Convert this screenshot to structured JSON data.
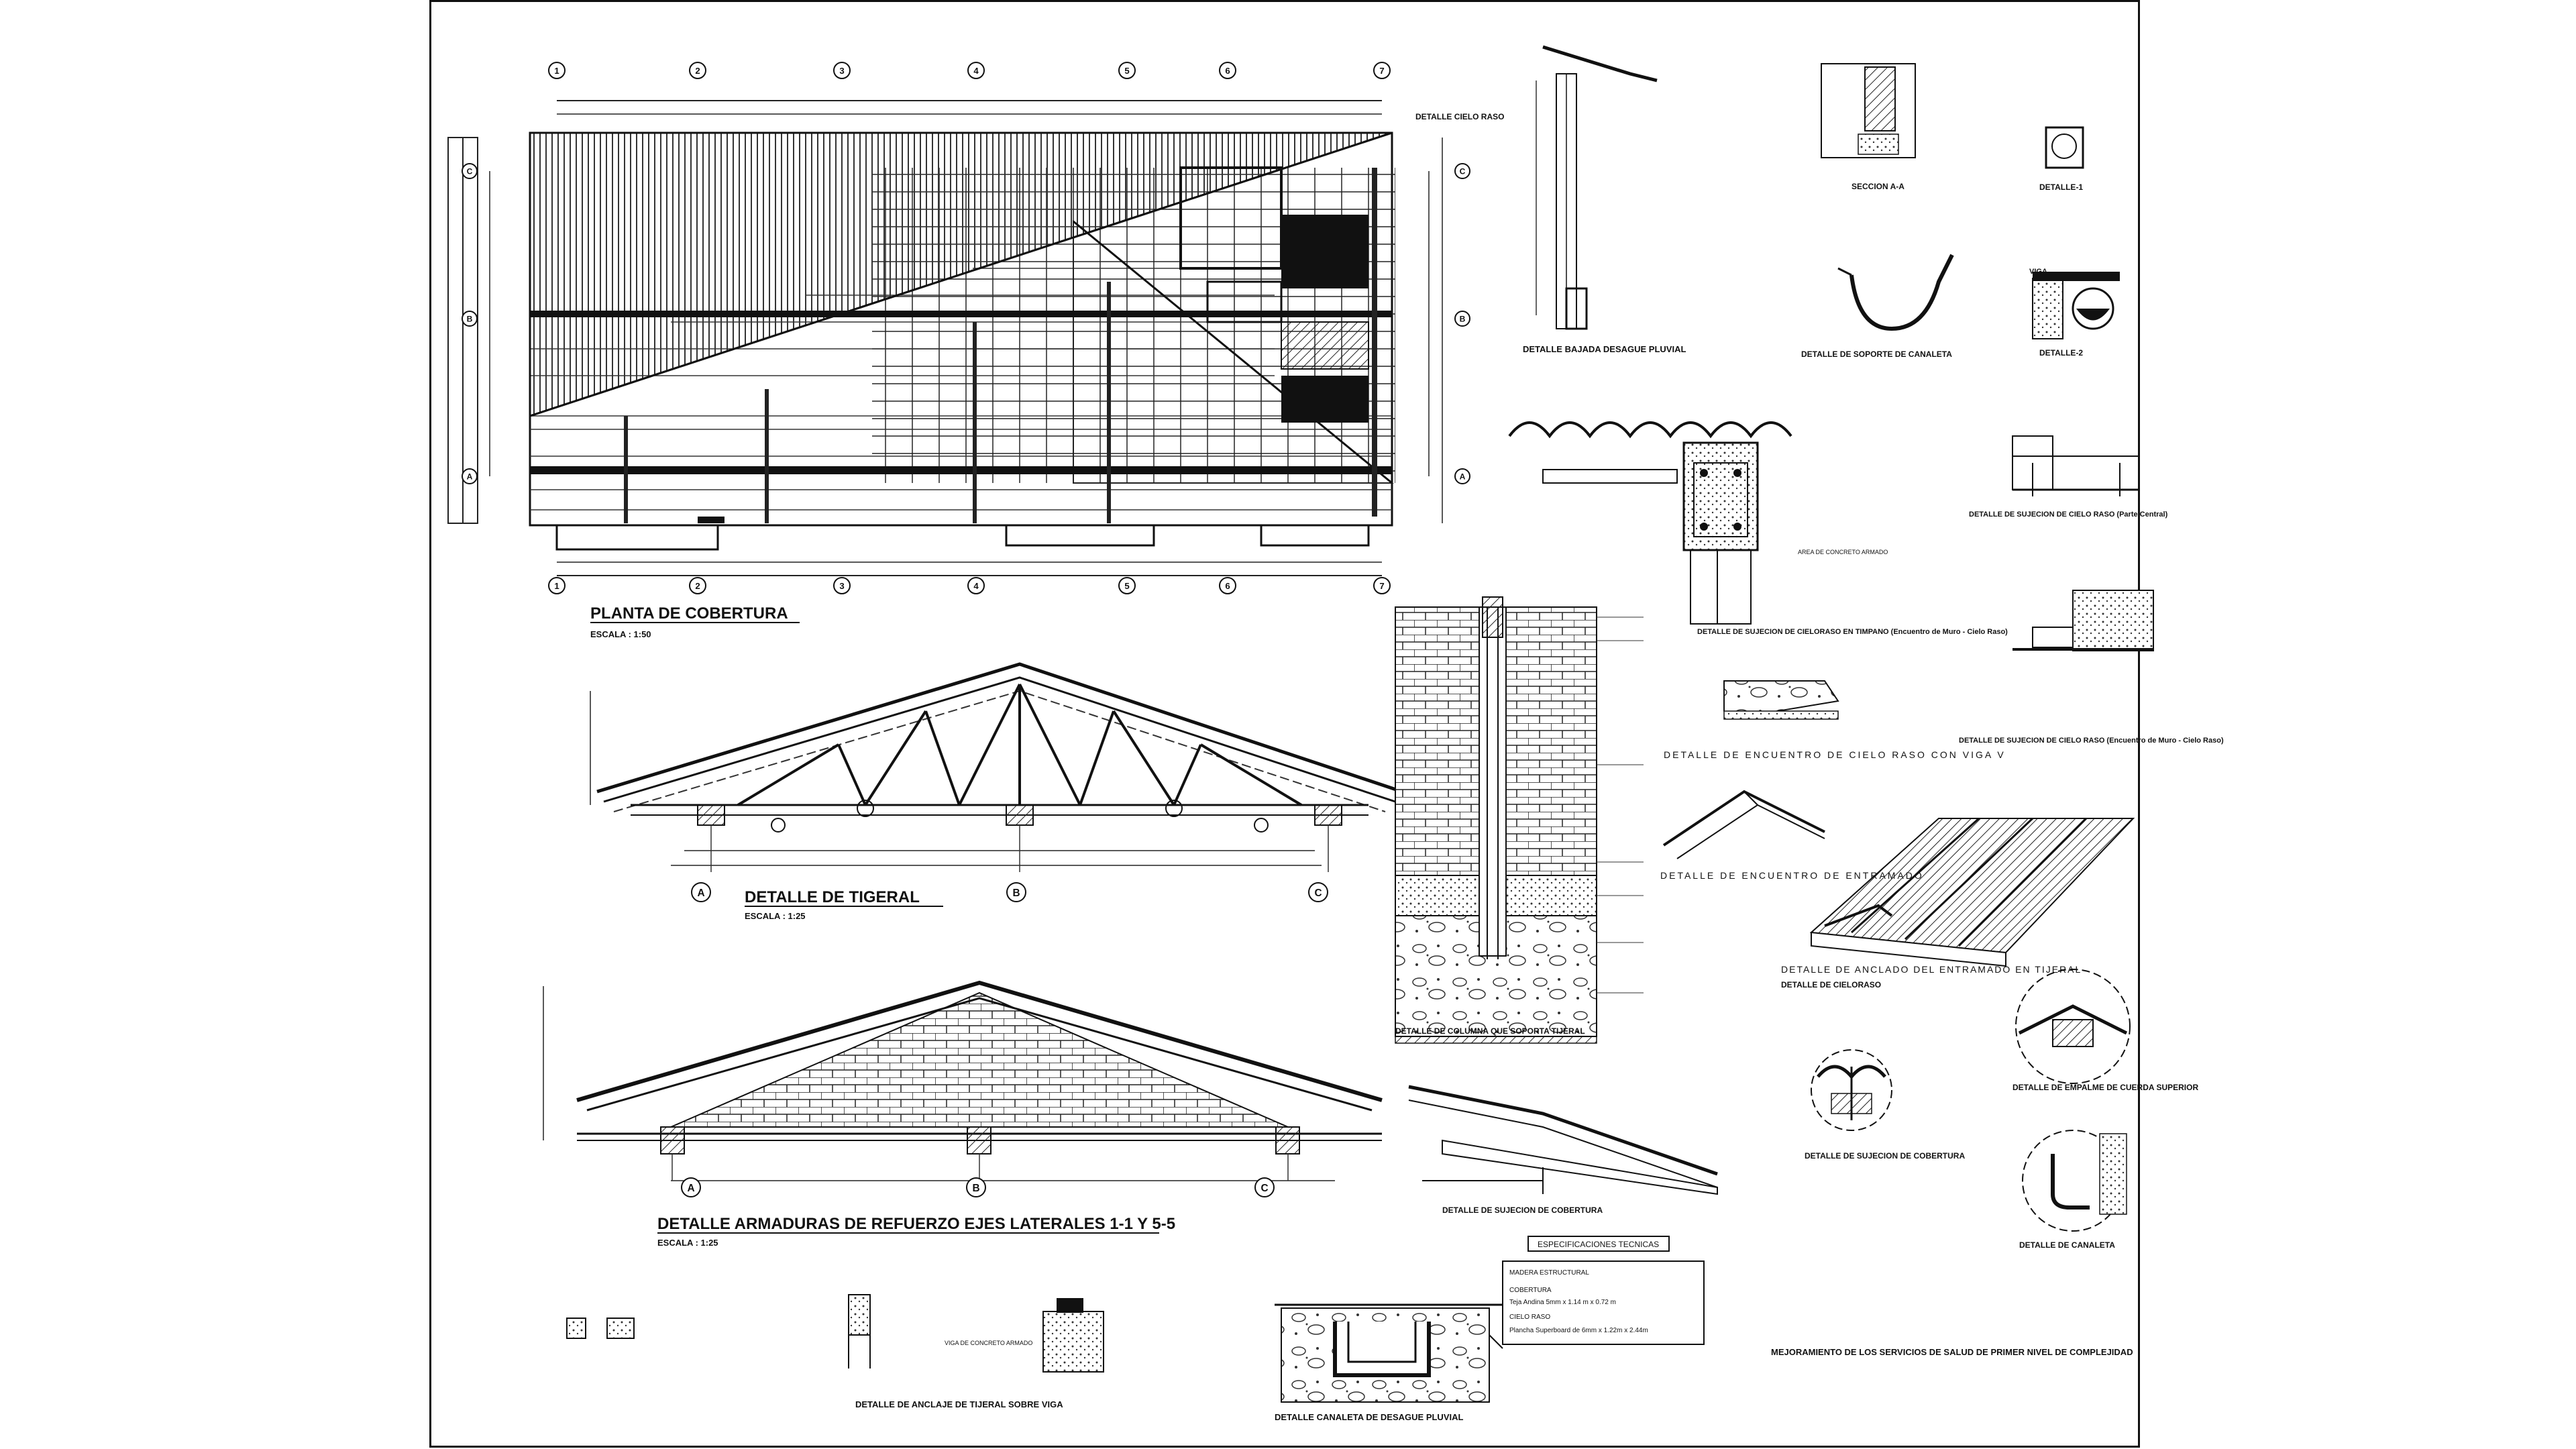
{
  "sheet": {
    "grid_columns": [
      "1",
      "2",
      "3",
      "4",
      "5",
      "6",
      "7"
    ],
    "grid_rows": [
      "C",
      "B",
      "A"
    ],
    "truss_axes": [
      "A",
      "B",
      "C"
    ],
    "project_title": "MEJORAMIENTO DE LOS SERVICIOS DE SALUD DE PRIMER NIVEL DE COMPLEJIDAD"
  },
  "plan": {
    "title": "PLANTA DE COBERTURA",
    "scale": "ESCALA : 1:50",
    "note_cielo": "DETALLE CIELO RASO"
  },
  "tigeral": {
    "title": "DETALLE DE TIGERAL",
    "scale": "ESCALA : 1:25"
  },
  "armaduras": {
    "title": "DETALLE ARMADURAS DE REFUERZO EJES LATERALES 1-1 Y 5-5",
    "scale": "ESCALA : 1:25"
  },
  "details": {
    "bajada": "DETALLE BAJADA DESAGUE PLUVIAL",
    "seccion_aa": "SECCION A-A",
    "detalle_1": "DETALLE-1",
    "soporte_canaleta": "DETALLE DE SOPORTE DE CANALETA",
    "detalle_2": "DETALLE-2",
    "viga": "VIGA",
    "cielo_central": "DETALLE DE SUJECION DE CIELO RASO (Parte Central)",
    "cielo_timpano": "DETALLE DE SUJECION DE CIELORASO EN TIMPANO (Encuentro de Muro - Cielo Raso)",
    "area_concreto": "AREA DE CONCRETO ARMADO",
    "cielo_muro": "DETALLE DE SUJECION DE CIELO RASO (Encuentro de Muro - Cielo Raso)",
    "encuentro_viga": "DETALLE DE ENCUENTRO DE CIELO RASO CON VIGA V",
    "encuentro_entramado": "DETALLE DE ENCUENTRO DE ENTRAMADO",
    "anclado_entramado": "DETALLE DE ANCLADO DEL ENTRAMADO EN TIJERAL",
    "cielorraso": "DETALLE DE CIELORASO",
    "columna": "DETALLE DE COLUMNA QUE SOPORTA TIJERAL",
    "sujecion_cobertura": "DETALLE DE SUJECION DE COBERTURA",
    "sujecion_cobertura_2": "DETALLE DE SUJECION DE COBERTURA",
    "empalme": "DETALLE DE EMPALME DE CUERDA SUPERIOR",
    "canaleta": "DETALLE DE CANALETA",
    "anclaje_tijeral": "DETALLE DE ANCLAJE DE TIJERAL SOBRE VIGA",
    "canaleta_desague": "DETALLE CANALETA DE DESAGUE PLUVIAL",
    "viga_concreto": "VIGA DE CONCRETO ARMADO"
  },
  "specs": {
    "title": "ESPECIFICACIONES TECNICAS",
    "lines": [
      "MADERA ESTRUCTURAL",
      "COBERTURA",
      "Teja Andina 5mm x 1.14 m x 0.72 m",
      "CIELO RASO",
      "Plancha Superboard de 6mm x 1.22m x 2.44m"
    ]
  }
}
